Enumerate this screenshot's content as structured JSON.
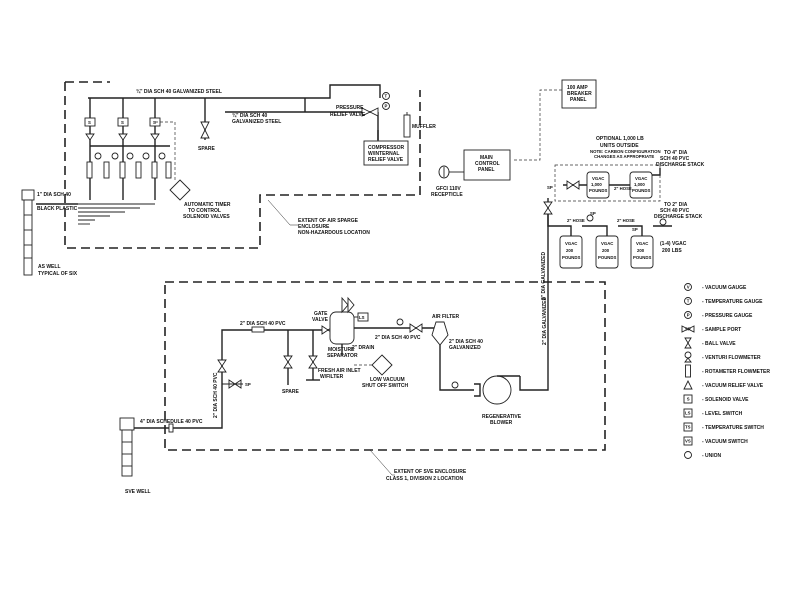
{
  "labels": {
    "galv_steel_top": "¾\" DIA SCH 40 GALVANIZED STEEL",
    "galv_steel_short": "¾\" DIA SCH 40",
    "galv_steel_short2": "GALVANIZED STEEL",
    "spare_top": "SPARE",
    "pressure_relief": "PRESSURE",
    "pressure_relief2": "RELIEF VALVE",
    "muffler": "MUFFLER",
    "compressor_1": "COMPRESSOR",
    "compressor_2": "W/INTERNAL",
    "compressor_3": "RELIEF VALVE",
    "auto_timer_1": "AUTOMATIC TIMER",
    "auto_timer_2": "TO CONTROL",
    "auto_timer_3": "SOLENOID VALVES",
    "black_plastic_1": "1\" DIA SCH 40",
    "black_plastic_2": "BLACK PLASTIC",
    "as_well_1": "AS WELL",
    "as_well_2": "TYPICAL OF SIX",
    "air_sparge_1": "EXTENT OF AIR SPARGE",
    "air_sparge_2": "ENCLOSURE",
    "air_sparge_3": "NON-HAZARDOUS LOCATION",
    "breaker_1": "100 AMP",
    "breaker_2": "BREAKER",
    "breaker_3": "PANEL",
    "main_control_1": "MAIN",
    "main_control_2": "CONTROL",
    "main_control_3": "PANEL",
    "gfci_1": "GFCI 110V",
    "gfci_2": "RECEPTICLE",
    "optional_1": "OPTIONAL 1,000 LB",
    "optional_2": "UNITS OUTSIDE",
    "optional_3": "NOTE: CARBON CONFIGURATION",
    "optional_4": "CHANGES AS APPROPRIATE",
    "to4_1": "TO 4\" DIA",
    "to4_2": "SCH 40 PVC",
    "to4_3": "DISCHARGE STACK",
    "to2_1": "TO 2\" DIA",
    "to2_2": "SCH 40 PVC",
    "to2_3": "DISCHARGE STACK",
    "vgac_1000_a": "VGAC",
    "vgac_1000_b": "1,000",
    "vgac_1000_c": "POUNDS",
    "vgac_200_a": "VGAC",
    "vgac_200_b": "200",
    "vgac_200_c": "POUNDS",
    "vgac_small_1": "(1-4) VGAC",
    "vgac_small_2": "200 LBS",
    "hose": "2\" HOSE",
    "sp": "SP",
    "galv_vert": "2\" DIA GALVANIZED",
    "galv_vert2": "2\" DIA GALVANIZED",
    "gate_valve_1": "GATE",
    "gate_valve_2": "VALVE",
    "pvc_top": "2\" DIA SCH 40 PVC",
    "moisture_1": "MOISTURE",
    "moisture_2": "SEPARATOR",
    "drain": "2\" DRAIN",
    "pvc_mid": "2\" DIA SCH 40 PVC",
    "air_filter": "AIR FILTER",
    "sch40_galv_1": "2\" DIA SCH 40",
    "sch40_galv_2": "GALVANIZED",
    "fresh_air_1": "FRESH AIR INLET",
    "fresh_air_2": "W/FILTER",
    "low_vac_1": "LOW VACUUM",
    "low_vac_2": "SHUT OFF SWITCH",
    "spare_bottom": "SPARE",
    "pvc_vert": "2\" DIA SCH 40 PVC",
    "sched40": "4\" DIA SCHEDULE 40 PVC",
    "regen_1": "REGENERATIVE",
    "regen_2": "BLOWER",
    "sve_well": "SVE WELL",
    "sve_enc_1": "EXTENT OF SVE ENCLOSURE",
    "sve_enc_2": "CLASS 1, DIVISION 2 LOCATION",
    "ls": "LS",
    "s": "S"
  },
  "legend": [
    {
      "symbol": "V",
      "label": "- VACUUM GAUGE"
    },
    {
      "symbol": "T",
      "label": "- TEMPERATURE GAUGE"
    },
    {
      "symbol": "P",
      "label": "- PRESSURE GAUGE"
    },
    {
      "symbol": "SP",
      "label": "- SAMPLE PORT"
    },
    {
      "symbol": "",
      "label": "- BALL VALVE"
    },
    {
      "symbol": "",
      "label": "- VENTURI FLOWMETER"
    },
    {
      "symbol": "",
      "label": "- ROTAMETER FLOWMETER"
    },
    {
      "symbol": "",
      "label": "- VACUUM RELIEF VALVE"
    },
    {
      "symbol": "S",
      "label": "- SOLENOID VALVE"
    },
    {
      "symbol": "LS",
      "label": "- LEVEL SWITCH"
    },
    {
      "symbol": "TS",
      "label": "- TEMPERATURE SWITCH"
    },
    {
      "symbol": "VS",
      "label": "- VACUUM SWITCH"
    },
    {
      "symbol": "",
      "label": "- UNION"
    }
  ]
}
